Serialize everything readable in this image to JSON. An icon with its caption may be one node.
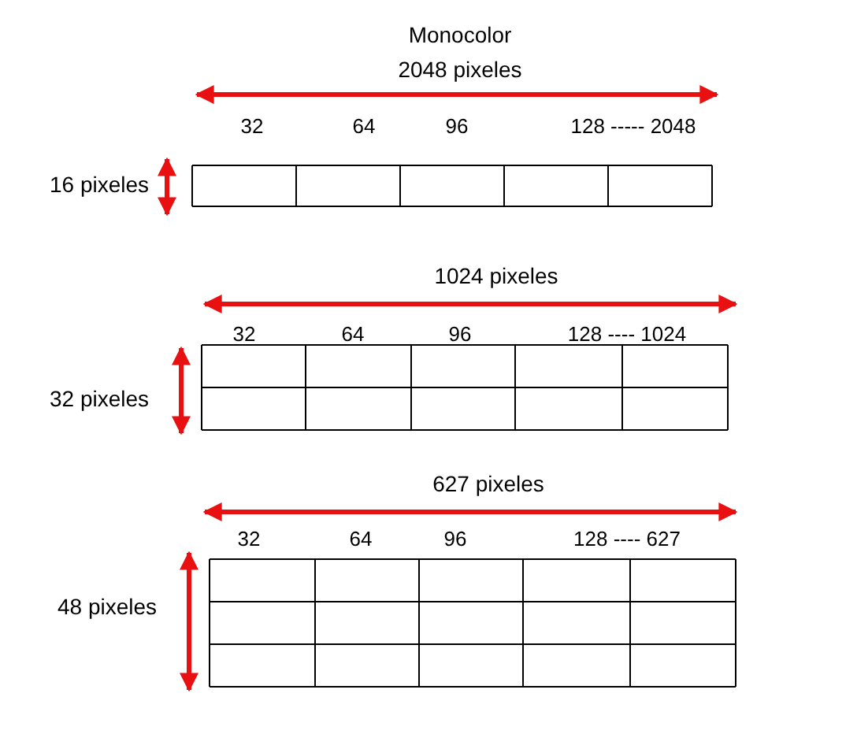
{
  "diagram": {
    "title": "Monocolor",
    "labels": [
      "2048 pixeles",
      "32",
      "64",
      "96",
      "128 ----- 2048",
      "16 pixeles",
      "1024 pixeles",
      "32",
      "64",
      "96",
      "128 ---- 1024",
      "32 pixeles",
      "627 pixeles",
      "32",
      "64",
      "96",
      "128 ---- 627",
      "48 pixeles"
    ]
  }
}
